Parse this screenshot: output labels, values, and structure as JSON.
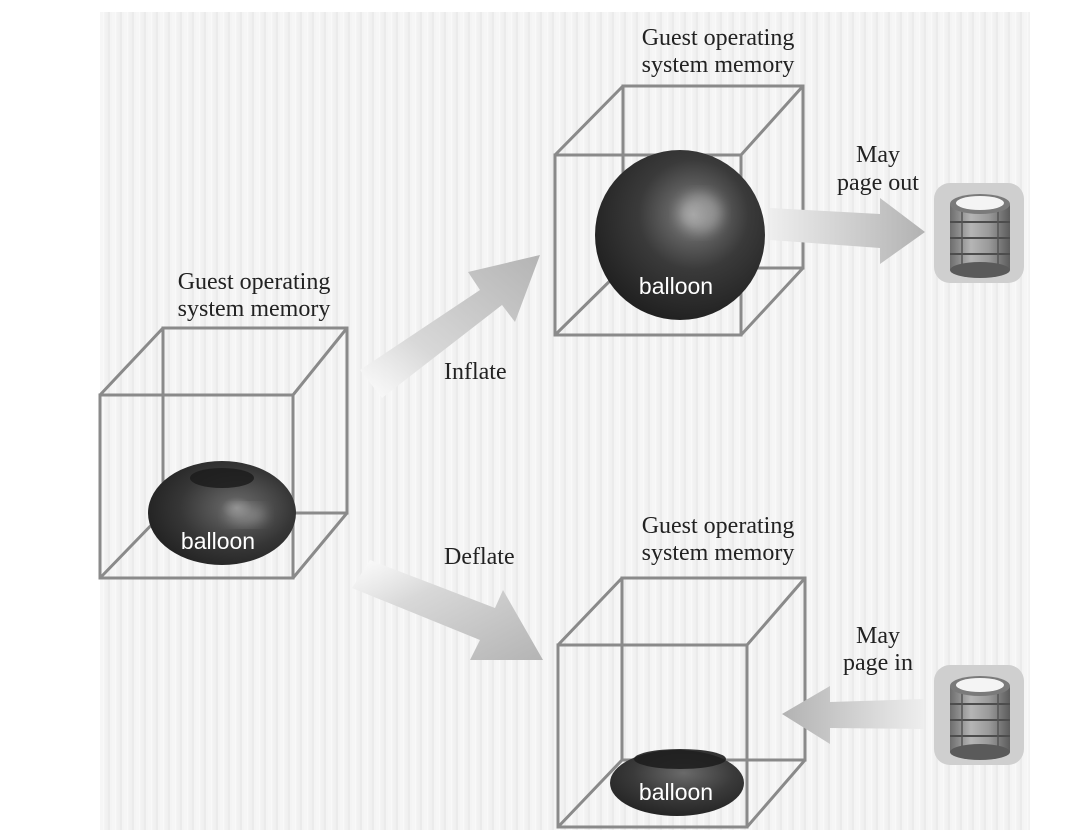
{
  "diagram": {
    "left_state": {
      "title_line1": "Guest operating",
      "title_line2": "system memory",
      "balloon_label": "balloon"
    },
    "inflated_state": {
      "title_line1": "Guest operating",
      "title_line2": "system memory",
      "balloon_label": "balloon",
      "transition_label": "Inflate",
      "paging_line1": "May",
      "paging_line2": "page out"
    },
    "deflated_state": {
      "title_line1": "Guest operating",
      "title_line2": "system memory",
      "balloon_label": "balloon",
      "transition_label": "Deflate",
      "paging_line1": "May",
      "paging_line2": "page in"
    },
    "colors": {
      "cube_edge": "#8a8a8a",
      "balloon_dark": "#2b2b2b",
      "arrow_gray": "#bdbdbd",
      "background_texture": "#f4f4f4"
    },
    "icons": [
      "disk-storage-icon",
      "disk-storage-icon"
    ]
  }
}
